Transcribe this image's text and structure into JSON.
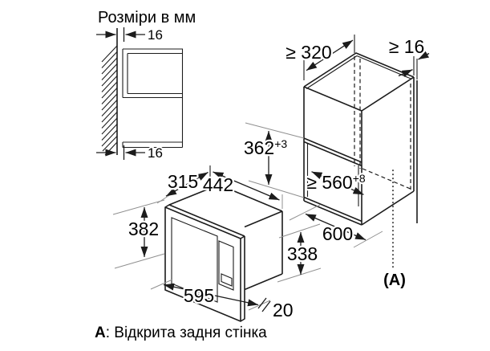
{
  "title": "Розміри в мм",
  "caption": {
    "label": "А",
    "text": ": Відкрита задня стінка"
  },
  "colors": {
    "line": "#1c1c1c",
    "extension": "#909090",
    "background": "#ffffff"
  },
  "wall_section": {
    "gap_top": "16",
    "gap_bottom": "16"
  },
  "cabinet": {
    "depth": "≥ 320",
    "wall_gap": "≥ 16",
    "niche_height": "362",
    "niche_height_tol": "+3",
    "niche_width": "≥ 560",
    "niche_width_tol": "+8",
    "width": "600",
    "ref_label": "(A)"
  },
  "microwave": {
    "depth": "315",
    "body_width": "442",
    "height": "382",
    "width": "595",
    "frame_overhang": "20",
    "body_height": "338"
  }
}
